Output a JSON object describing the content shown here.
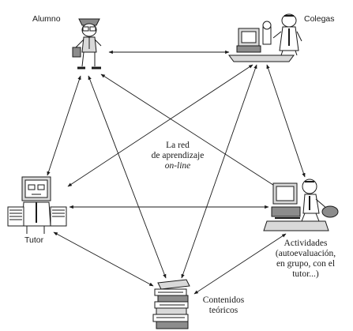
{
  "nodes": {
    "alumno": {
      "label": "Alumno",
      "icon": "student-illustration"
    },
    "colegas": {
      "label": "Colegas",
      "icon": "colleagues-at-computer-illustration"
    },
    "tutor": {
      "label": "Tutor",
      "icon": "tutor-illustration"
    },
    "actividades": {
      "label_line1": "Actividades",
      "label_line2": "(autoevaluación,",
      "label_line3": "en grupo, con el",
      "label_line4": "tutor...)",
      "icon": "person-at-computer-illustration"
    },
    "contenidos": {
      "label_line1": "Contenidos",
      "label_line2": "teóricos",
      "icon": "book-stack-illustration"
    }
  },
  "center_label": {
    "line1": "La red",
    "line2": "de aprendizaje",
    "line3": "on-line"
  },
  "colors": {
    "ink": "#1a1a1a",
    "shade": "#8c8c8c",
    "light": "#d9d9d9"
  }
}
